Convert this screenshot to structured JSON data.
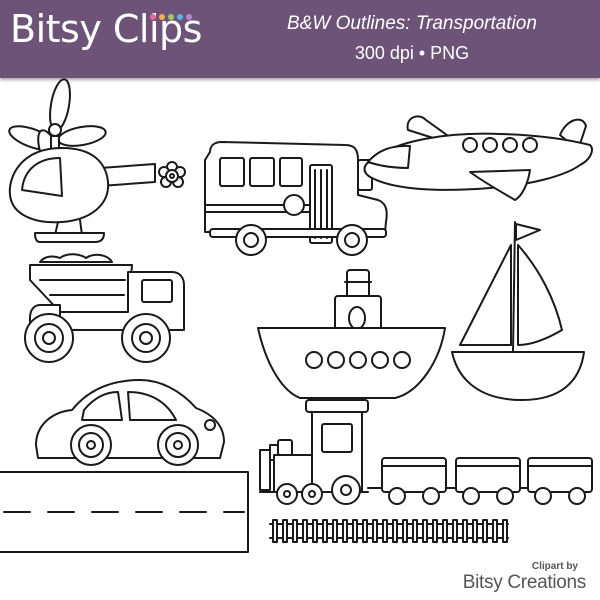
{
  "header": {
    "brand": "Bitsy Clips",
    "title": "B&W Outlines: Transportation",
    "subtitle": "300 dpi • PNG",
    "background_color": "#6e5378",
    "dot_colors": [
      "#e86a9a",
      "#f0b04a",
      "#9ccb5c",
      "#5fb3e0",
      "#b48ad0"
    ]
  },
  "credit": {
    "prefix": "Clipart by",
    "name": "Bitsy Creations"
  },
  "icons": [
    "helicopter",
    "school-bus",
    "airplane",
    "dump-truck",
    "steamboat",
    "sailboat",
    "car",
    "road",
    "train",
    "railroad-track"
  ]
}
